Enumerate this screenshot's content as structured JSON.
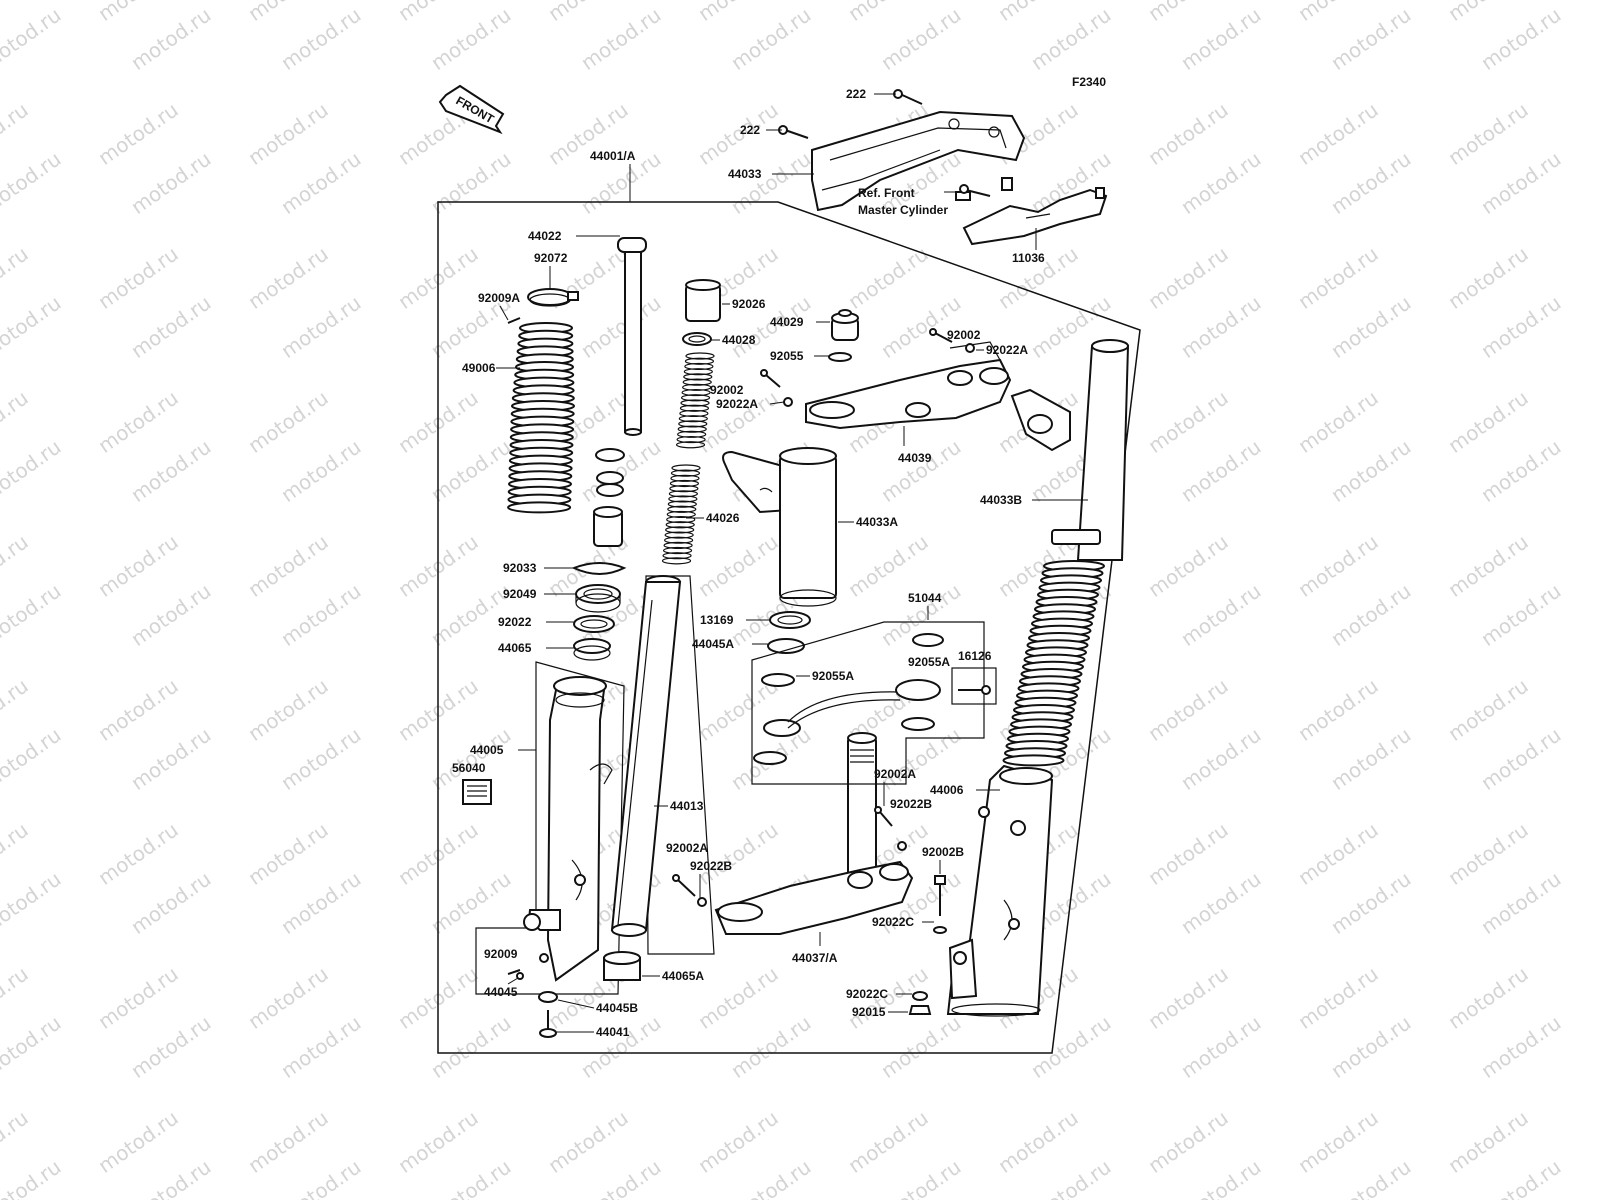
{
  "diagram": {
    "figure_code": "F2340",
    "front_arrow_label": "FRONT",
    "watermark_text": "motod.ru",
    "reference_note": [
      "Ref. Front",
      "Master Cylinder"
    ],
    "labels": {
      "p44001A": "44001/A",
      "p222a": "222",
      "p222b": "222",
      "p44033": "44033",
      "p11036": "11036",
      "p44022": "44022",
      "p92072": "92072",
      "p92009A": "92009A",
      "p49006": "49006",
      "p92026": "92026",
      "p44028": "44028",
      "p44029": "44029",
      "p92055": "92055",
      "p92002a": "92002",
      "p92022Aa": "92022A",
      "p92002b": "92002",
      "p92022Ab": "92022A",
      "p44039": "44039",
      "p44033B": "44033B",
      "p44033A": "44033A",
      "p44026": "44026",
      "p92033": "92033",
      "p92049": "92049",
      "p92022": "92022",
      "p44065": "44065",
      "p13169": "13169",
      "p44045A": "44045A",
      "p51044": "51044",
      "p92055Aa": "92055A",
      "p92055Ab": "92055A",
      "p16126": "16126",
      "p44005": "44005",
      "p56040": "56040",
      "p44013": "44013",
      "p92002A1": "92002A",
      "p92022B1": "92022B",
      "p44006": "44006",
      "p92002B": "92002B",
      "p92002A2": "92002A",
      "p92022B2": "92022B",
      "p92022C1": "92022C",
      "p44037A": "44037/A",
      "p92009": "92009",
      "p44045": "44045",
      "p44065A": "44065A",
      "p44045B": "44045B",
      "p44041": "44041",
      "p92022C2": "92022C",
      "p92015": "92015"
    }
  }
}
